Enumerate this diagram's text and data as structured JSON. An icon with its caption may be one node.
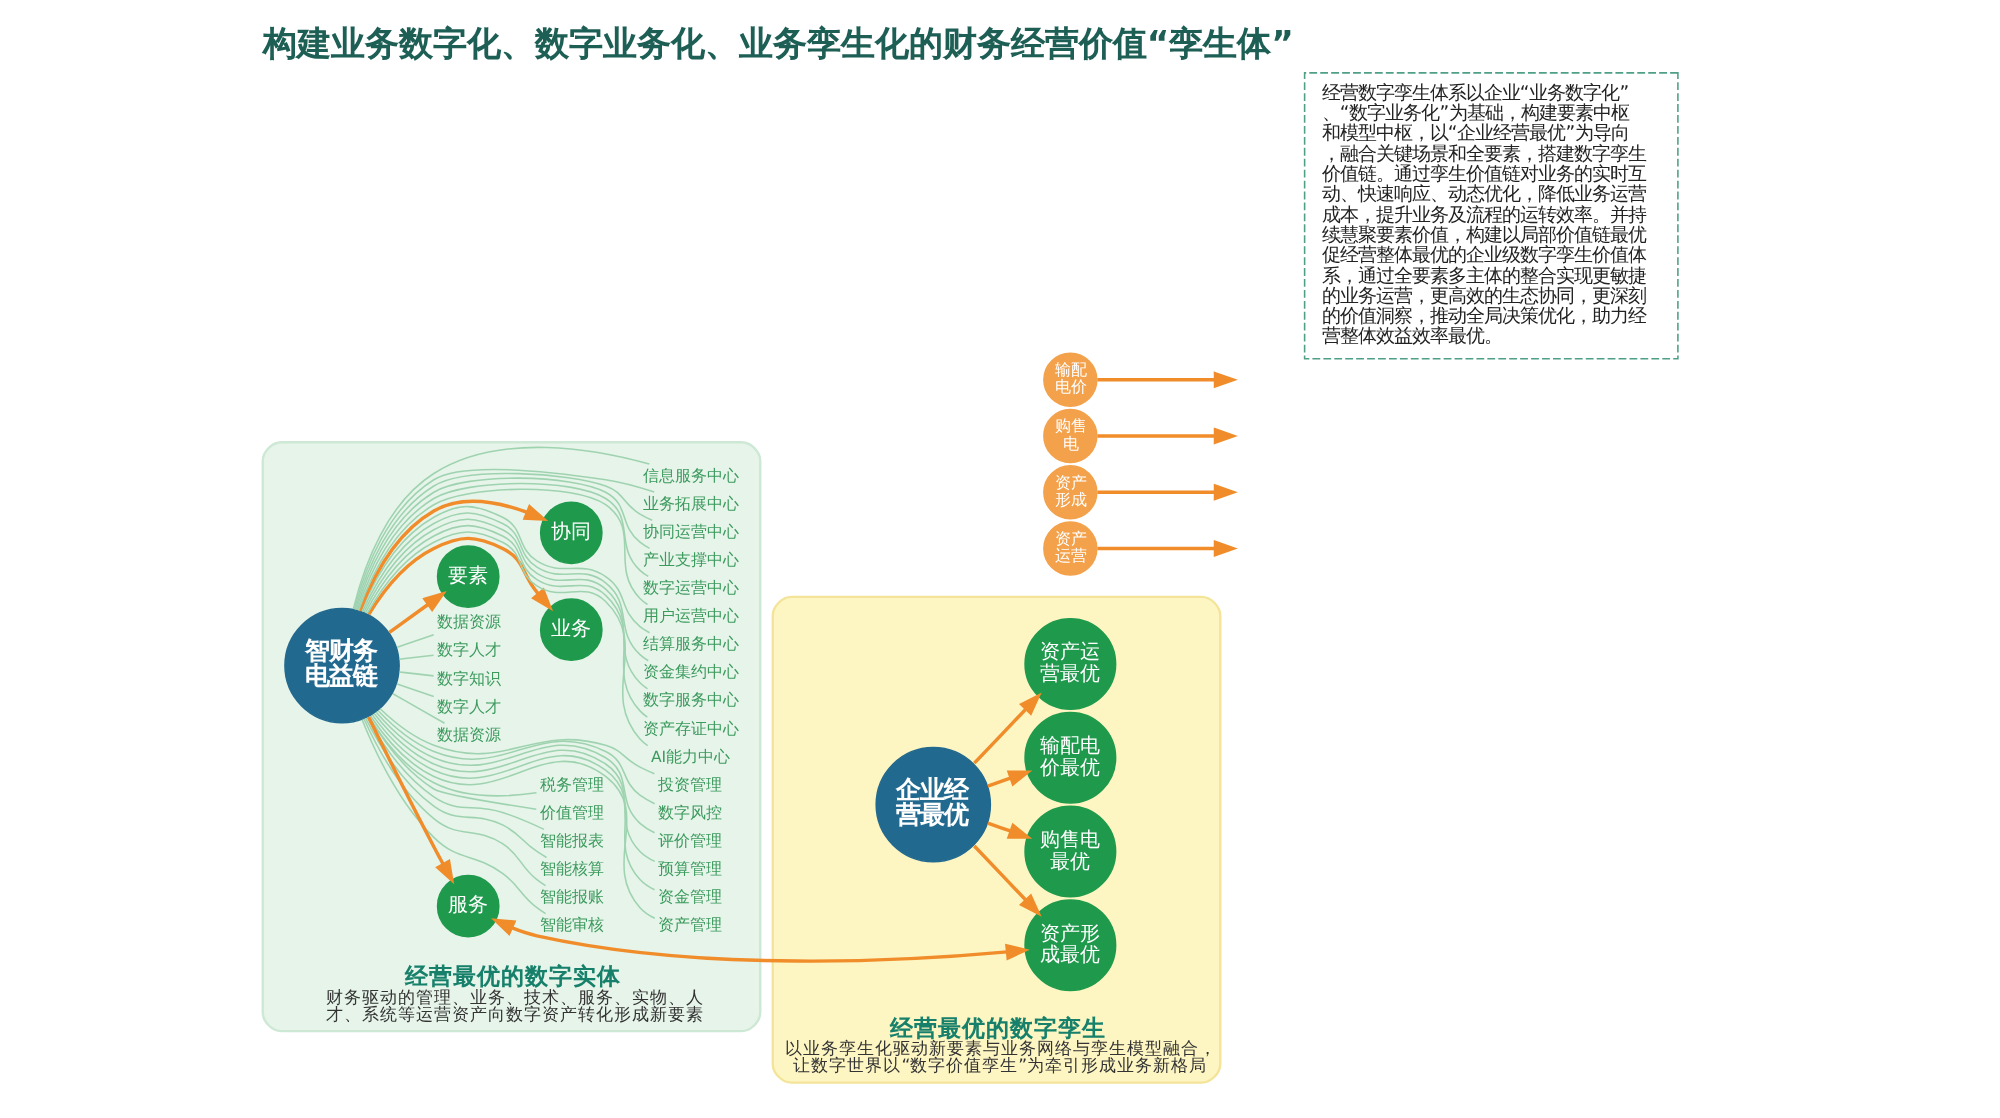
{
  "diagram": {
    "title": "构建业务数字化、数字业务化、业务孪生化的财务经营价值“孪生体”",
    "nodes": [
      {
        "text": [
          "经营最优的数字实体"
        ],
        "beside": [
          "财务驱动的管理、业务、技术、服务、实物、人才、系统等运营资产向数字资产转化形成新要素"
        ]
      },
      {
        "text": [
          "智能审核"
        ],
        "in": 0
      },
      {
        "text": [
          "智能报账"
        ],
        "in": 0
      },
      {
        "text": [
          "智能核算"
        ],
        "in": 0
      },
      {
        "text": [
          "智能报表"
        ],
        "in": 0
      },
      {
        "text": [
          "价值管理"
        ],
        "in": 0
      },
      {
        "text": [
          "税务管理"
        ],
        "in": 0
      },
      {
        "text": [
          "资产管理"
        ],
        "in": 0
      },
      {
        "text": [
          "资金管理"
        ],
        "in": 0
      },
      {
        "text": [
          "预算管理"
        ],
        "in": 0
      },
      {
        "text": [
          "评价管理"
        ],
        "in": 0
      },
      {
        "text": [
          "数字风控"
        ],
        "in": 0
      },
      {
        "text": [
          "投资管理"
        ],
        "in": 0
      },
      {
        "text": [
          "业务"
        ],
        "in": 0
      },
      {
        "text": [
          "数据资源"
        ],
        "in": 0
      },
      {
        "text": [
          "数字人才"
        ],
        "in": 0
      },
      {
        "text": [
          "数字知识"
        ],
        "in": 0
      },
      {
        "text": [
          "数字人才"
        ],
        "in": 0
      },
      {
        "text": [
          "数据资源"
        ],
        "in": 0
      },
      {
        "text": [
          "要素"
        ],
        "in": 0
      },
      {
        "text": [
          "智财务电益链"
        ],
        "in": 0
      },
      {
        "text": [
          "服务"
        ],
        "in": 0
      },
      {
        "text": [
          "AI能力中心"
        ],
        "in": 0
      },
      {
        "text": [
          "资产存证中心"
        ],
        "in": 0
      },
      {
        "text": [
          "数字服务中心"
        ],
        "in": 0
      },
      {
        "text": [
          "资金集约中心"
        ],
        "in": 0
      },
      {
        "text": [
          "结算服务中心"
        ],
        "in": 0
      },
      {
        "text": [
          "协同"
        ],
        "in": 0
      },
      {
        "text": [
          "用户运营中心"
        ],
        "in": 0
      },
      {
        "text": [
          "数字运营中心"
        ],
        "in": 0
      },
      {
        "text": [
          "产业支撑中心"
        ],
        "in": 0
      },
      {
        "text": [
          "协同运营中心"
        ],
        "in": 0
      },
      {
        "text": [
          "业务拓展中心"
        ],
        "in": 0
      },
      {
        "text": [
          "信息服务中心"
        ],
        "in": 0
      },
      {
        "text": [
          "经营最优的数字孪生"
        ],
        "beside": [
          "以业务孪生化驱动新要素与业务网络与孪生模型融合，让数字世界以“数字价值孪生”为牵引形成业务新格局"
        ]
      },
      {
        "text": [
          "资产运营最优"
        ],
        "in": 34
      },
      {
        "text": [
          "资产形成最优"
        ],
        "in": 34
      },
      {
        "text": [
          "企业经营最优"
        ],
        "in": 34
      },
      {
        "text": [
          "购售电最优"
        ],
        "in": 34
      },
      {
        "text": [
          "输配电价最优"
        ],
        "in": 34
      },
      {
        "text": [
          "资产运营"
        ]
      },
      {
        "text": [
          "资产形成"
        ]
      },
      {
        "text": [
          "购售电"
        ]
      },
      {
        "text": [
          "输配电价"
        ]
      },
      {
        "text": [
          "经营数字孪生体系以企业“业务数字化”、“数字业务化”为基础，构建要素中枢和模型中枢，以“企业经营最优”为导向，融合关键场景和全要素，搭建数字孪生价值链。通过孪生价值链对业务的实时互动、快速响应、动态优化，降低业务运营成本，提升业务及流程的运转效率。并持续慧聚要素价值，构建以局部价值链最优促经营整体最优的企业级数字孪生价值体系，通过全要素多主体的整合实现更敏捷的业务运营，更高效的生态协同，更深刻的价值洞察，推动全局决策优化，助力经营整体效益效率最优。"
        ]
      }
    ],
    "edges": [
      {
        "from": 20,
        "to": 13,
        "arrow": "to",
        "color": "#f08c2a"
      },
      {
        "from": 20,
        "to": 19,
        "arrow": "to",
        "color": "#f08c2a"
      },
      {
        "from": 20,
        "to": 21,
        "arrow": "to",
        "color": "#f08c2a"
      },
      {
        "from": 20,
        "to": 27,
        "arrow": "to",
        "color": "#f08c2a"
      },
      {
        "from": 20,
        "to": 1,
        "arrow": "none"
      },
      {
        "from": 20,
        "to": 2,
        "arrow": "none"
      },
      {
        "from": 20,
        "to": 3,
        "arrow": "none"
      },
      {
        "from": 20,
        "to": 4,
        "arrow": "none"
      },
      {
        "from": 20,
        "to": 5,
        "arrow": "none"
      },
      {
        "from": 20,
        "to": 6,
        "arrow": "none"
      },
      {
        "from": 20,
        "to": 7,
        "arrow": "none"
      },
      {
        "from": 20,
        "to": 8,
        "arrow": "none"
      },
      {
        "from": 20,
        "to": 9,
        "arrow": "none"
      },
      {
        "from": 20,
        "to": 10,
        "arrow": "none"
      },
      {
        "from": 20,
        "to": 11,
        "arrow": "none"
      },
      {
        "from": 20,
        "to": 12,
        "arrow": "none"
      },
      {
        "from": 20,
        "to": 14,
        "arrow": "none"
      },
      {
        "from": 20,
        "to": 15,
        "arrow": "none"
      },
      {
        "from": 20,
        "to": 16,
        "arrow": "none"
      },
      {
        "from": 20,
        "to": 17,
        "arrow": "none"
      },
      {
        "from": 20,
        "to": 18,
        "arrow": "none"
      },
      {
        "from": 20,
        "to": 22,
        "arrow": "none"
      },
      {
        "from": 20,
        "to": 23,
        "arrow": "none"
      },
      {
        "from": 20,
        "to": 24,
        "arrow": "none"
      },
      {
        "from": 20,
        "to": 25,
        "arrow": "none"
      },
      {
        "from": 20,
        "to": 26,
        "arrow": "none"
      },
      {
        "from": 20,
        "to": 28,
        "arrow": "none"
      },
      {
        "from": 20,
        "to": 29,
        "arrow": "none"
      },
      {
        "from": 20,
        "to": 30,
        "arrow": "none"
      },
      {
        "from": 20,
        "to": 31,
        "arrow": "none"
      },
      {
        "from": 20,
        "to": 32,
        "arrow": "none"
      },
      {
        "from": 20,
        "to": 33,
        "arrow": "none"
      },
      {
        "from": 21,
        "to": 36,
        "arrow": "both",
        "color": "#f08c2a"
      },
      {
        "from": 37,
        "to": 35,
        "arrow": "to",
        "color": "#f08c2a"
      },
      {
        "from": 37,
        "to": 36,
        "arrow": "to",
        "color": "#f08c2a"
      },
      {
        "from": 37,
        "to": 38,
        "arrow": "to",
        "color": "#f08c2a"
      },
      {
        "from": 37,
        "to": 39,
        "arrow": "to",
        "color": "#f08c2a"
      },
      {
        "from": 40,
        "to": null,
        "arrow": "to",
        "color": "#f08c2a"
      },
      {
        "from": 41,
        "to": null,
        "arrow": "to",
        "color": "#f08c2a"
      },
      {
        "from": 42,
        "to": null,
        "arrow": "to",
        "color": "#f08c2a"
      },
      {
        "from": 43,
        "to": null,
        "arrow": "to",
        "color": "#f08c2a"
      }
    ]
  }
}
